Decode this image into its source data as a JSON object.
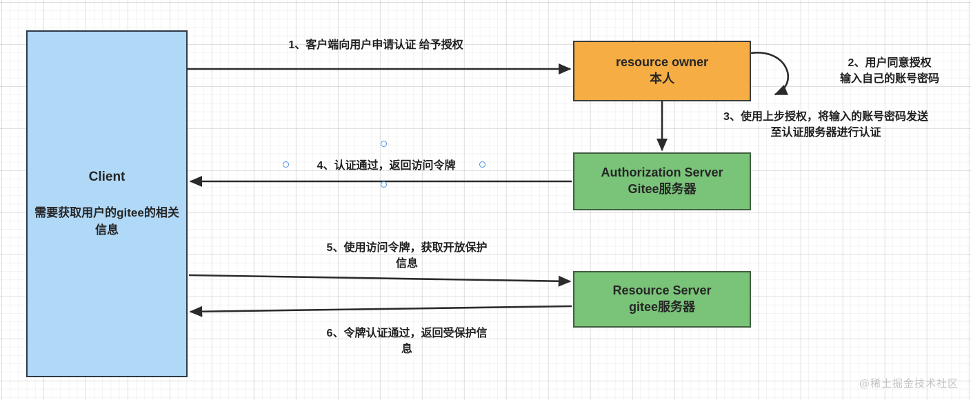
{
  "diagram": {
    "title": "OAuth2 Gitee authorization flow",
    "colors": {
      "client_fill": "#b0d8f7",
      "owner_fill": "#f5ad44",
      "server_fill": "#7ac47a",
      "stroke": "#333333",
      "selection": "#4a90e2",
      "watermark": "#c3c3c3"
    },
    "nodes": [
      {
        "id": "client",
        "line1": "Client",
        "line2": "需要获取用户的gitee的相关信息"
      },
      {
        "id": "resource-owner",
        "line1": "resource owner",
        "line2": "本人"
      },
      {
        "id": "authorization-server",
        "line1": "Authorization Server",
        "line2": "Gitee服务器"
      },
      {
        "id": "resource-server",
        "line1": "Resource Server",
        "line2": "gitee服务器"
      }
    ],
    "edges": [
      {
        "id": "edge-1",
        "from": "client",
        "to": "resource-owner",
        "label": "1、客户端向用户申请认证 给予授权"
      },
      {
        "id": "edge-2",
        "from": "resource-owner",
        "to": "resource-owner",
        "label": "2、用户同意授权\n输入自己的账号密码"
      },
      {
        "id": "edge-3",
        "from": "resource-owner",
        "to": "authorization-server",
        "label": "3、使用上步授权，将输入的账号密码发送\n至认证服务器进行认证"
      },
      {
        "id": "edge-4",
        "from": "authorization-server",
        "to": "client",
        "label": "4、认证通过，返回访问令牌",
        "selected": true
      },
      {
        "id": "edge-5",
        "from": "client",
        "to": "resource-server",
        "label": "5、使用访问令牌，获取开放保护\n信息"
      },
      {
        "id": "edge-6",
        "from": "resource-server",
        "to": "client",
        "label": "6、令牌认证通过，返回受保护信\n息"
      }
    ],
    "watermark": "@稀土掘金技术社区"
  }
}
